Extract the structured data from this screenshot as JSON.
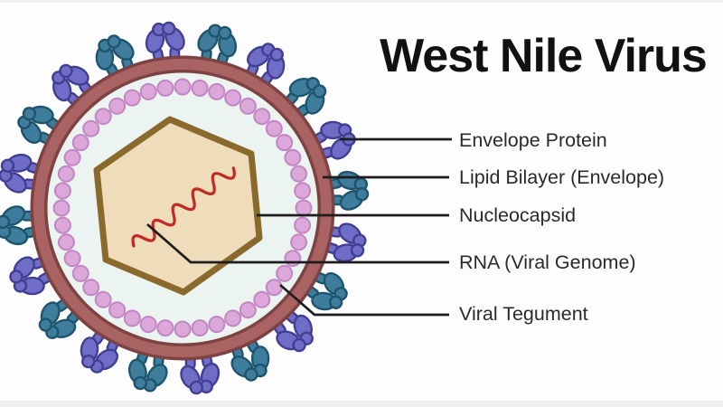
{
  "title": "West Nile Virus",
  "labels": [
    {
      "id": "envelope-protein",
      "text": "Envelope Protein"
    },
    {
      "id": "lipid-bilayer",
      "text": "Lipid Bilayer (Envelope)"
    },
    {
      "id": "nucleocapsid",
      "text": "Nucleocapsid"
    },
    {
      "id": "rna",
      "text": "RNA (Viral Genome)"
    },
    {
      "id": "viral-tegument",
      "text": "Viral Tegument"
    }
  ],
  "figure": {
    "type": "labeled-diagram",
    "subject": "West Nile Virus virion cross-section",
    "spike_count": 20,
    "spike_angle_step_deg": 18,
    "spike_start_angle_deg": 6,
    "tegument_bead_count": 44,
    "colors": {
      "spike_teal": "#3f7d9c",
      "spike_teal_outline": "#1f546e",
      "spike_purple": "#6f6dc6",
      "spike_purple_outline": "#403f93",
      "lipid_bilayer": "#a96363",
      "lipid_bilayer_outline": "#7c4342",
      "tegument_bead": "#dca8da",
      "tegument_bead_outline": "#c186c3",
      "nucleocapsid_fill": "#eedcba",
      "nucleocapsid_outline": "#8a6a2c",
      "rna": "#c22a24",
      "interior": "#ebf4f0",
      "leader_line": "#1d1d1d",
      "title_text": "#111111",
      "label_text": "#2a2a2a"
    }
  }
}
